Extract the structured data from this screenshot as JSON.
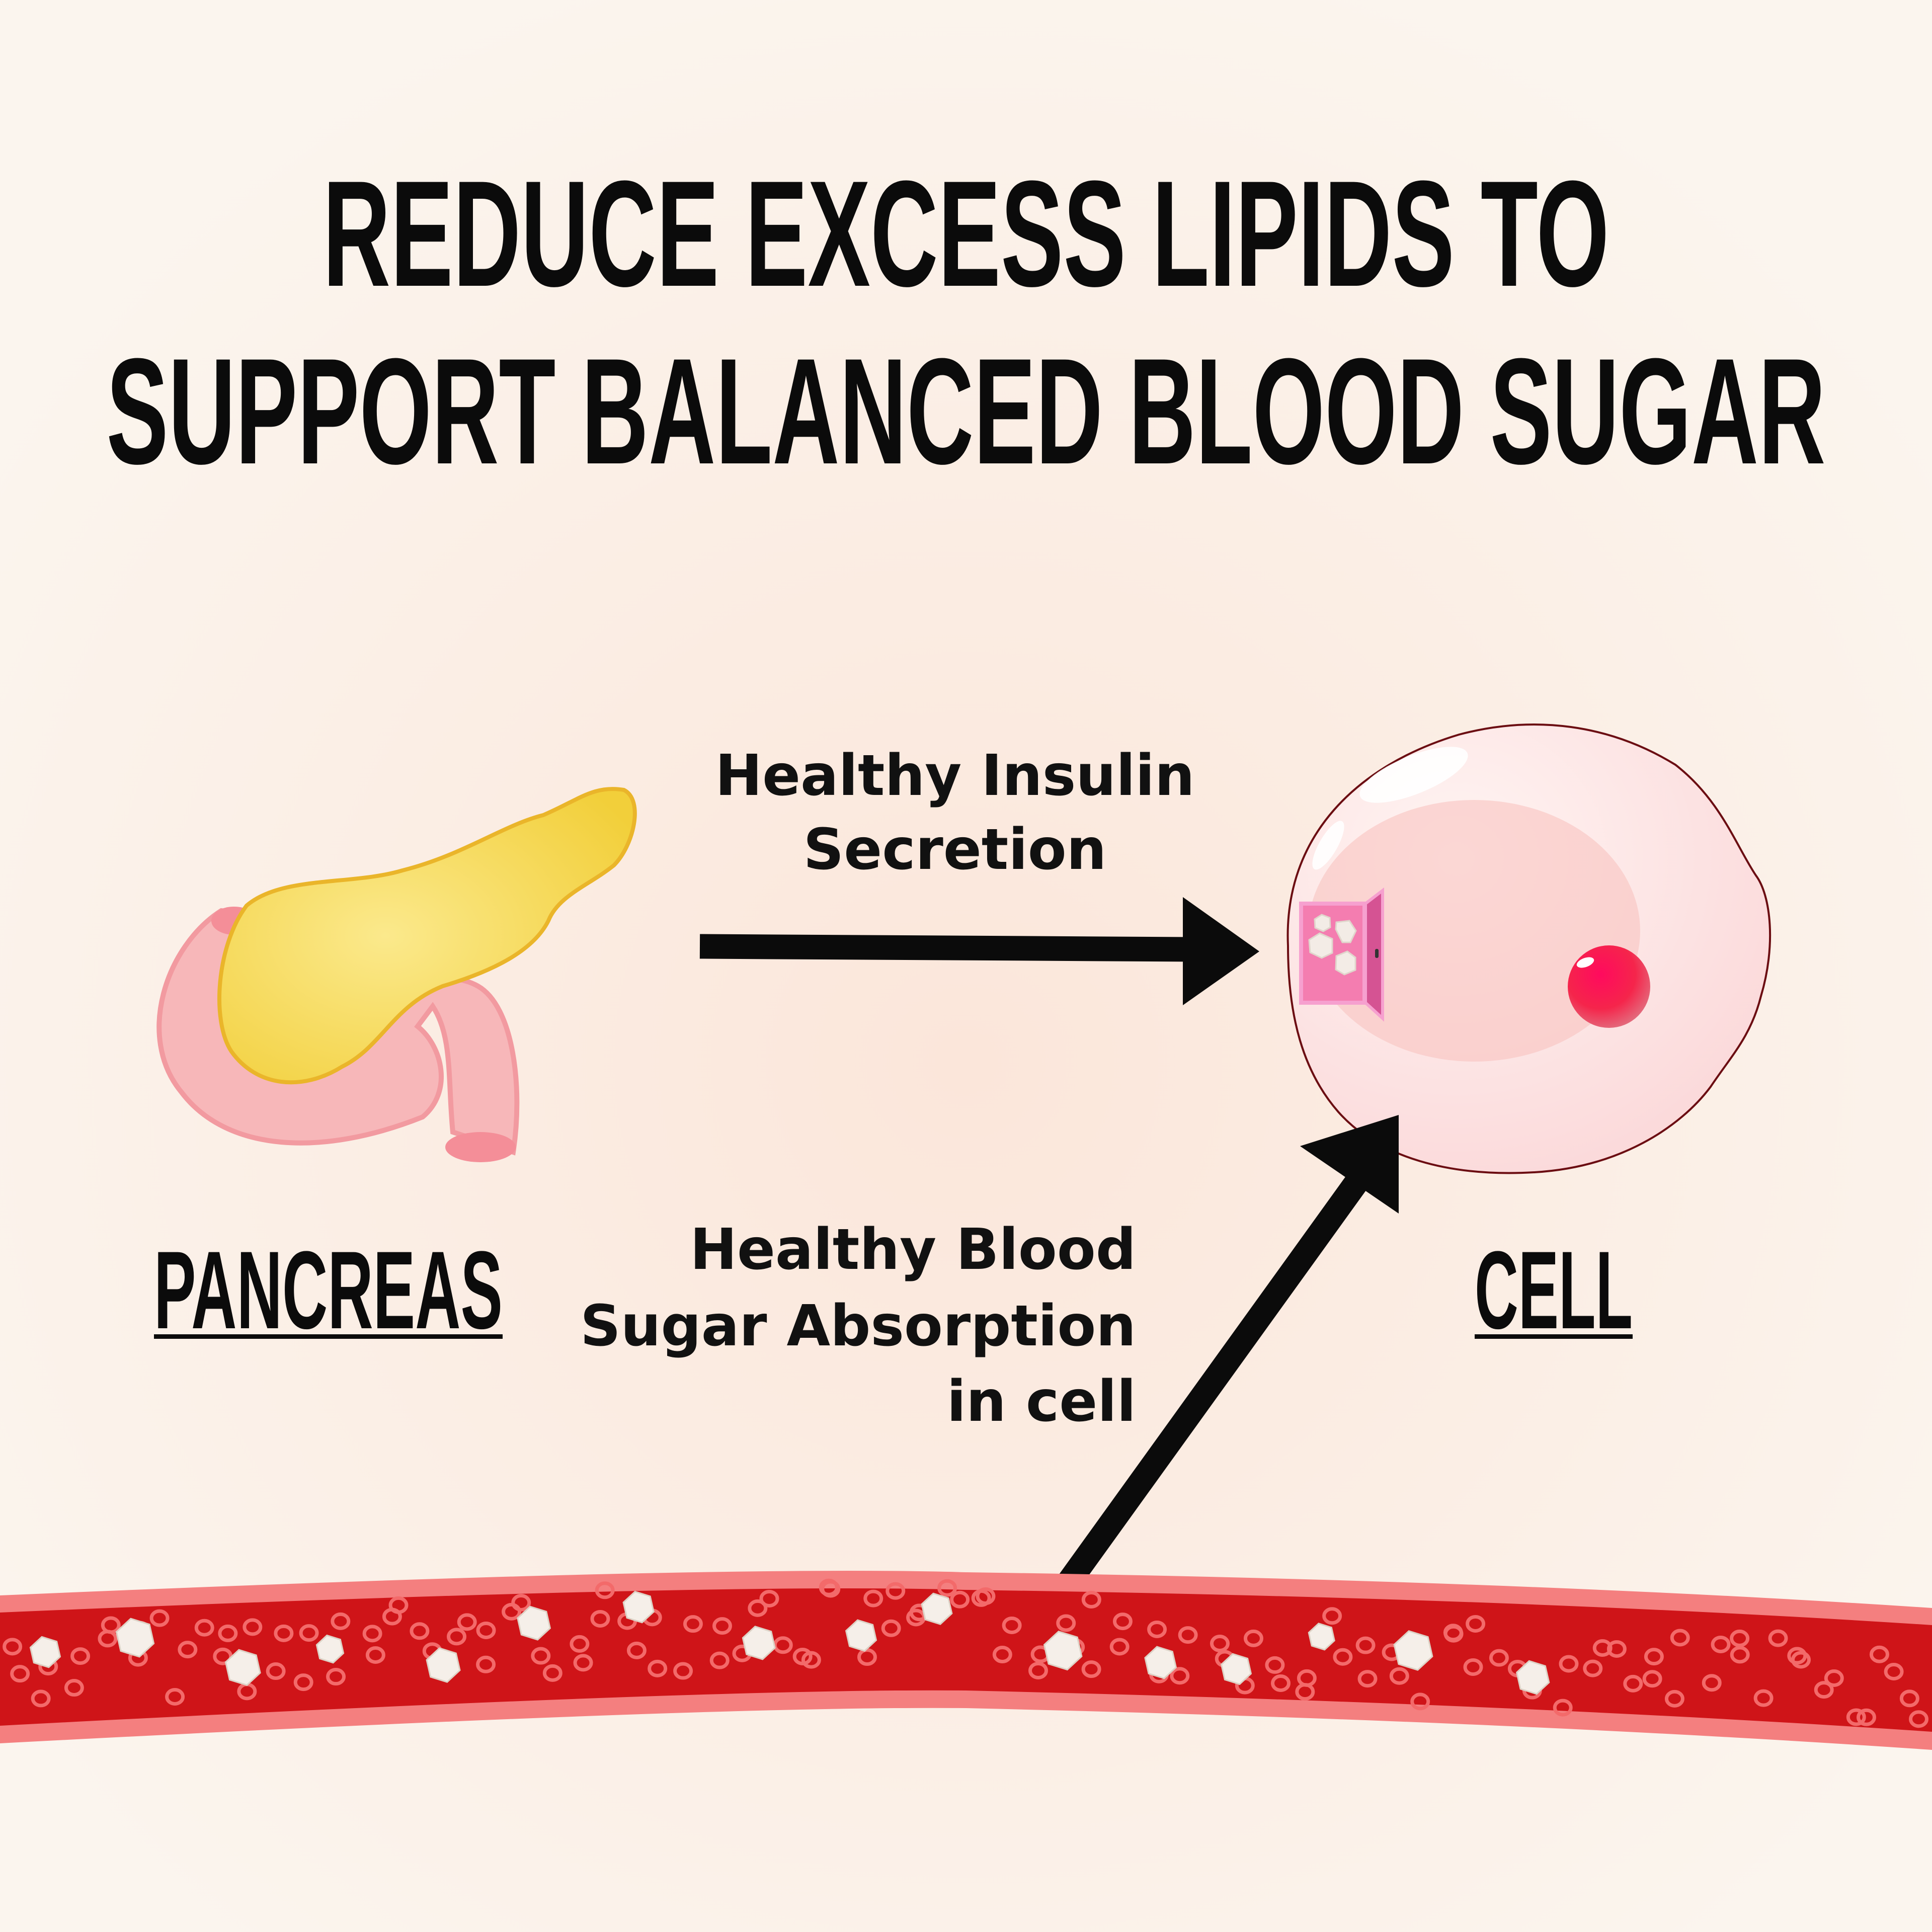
{
  "title": {
    "line1": "REDUCE EXCESS LIPIDS TO",
    "line2": "SUPPORT BALANCED BLOOD SUGAR"
  },
  "arrows": {
    "insulin": {
      "line1": "Healthy Insulin",
      "line2": "Secretion"
    },
    "absorption": {
      "line1": "Healthy Blood",
      "line2": "Sugar Absorption",
      "line3": "in cell"
    }
  },
  "organs": {
    "pancreas": "PANCREAS",
    "cell": "CELL"
  },
  "colors": {
    "background": "#fbf3ec",
    "pancreas_yellow": "#f6d84a",
    "duodenum_pink": "#f7b7b9",
    "cell_door": "#f47db0",
    "nucleus": "#f5104f",
    "blood_vessel": "#cf1418",
    "vessel_wall": "#f47f7f"
  }
}
